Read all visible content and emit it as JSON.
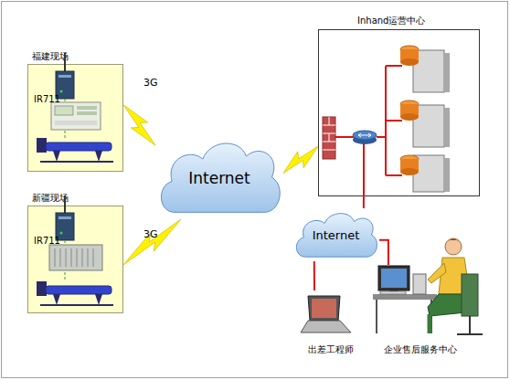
{
  "diagram": {
    "nodes": [
      {
        "text": [
          "福建现场"
        ]
      },
      {
        "text": [
          "新疆现场"
        ]
      },
      {
        "text": [
          "Internet"
        ]
      },
      {
        "text": [
          "Inhand运营中心"
        ]
      },
      {
        "text": [
          "Internet"
        ]
      },
      {
        "text": [
          "出差工程师"
        ]
      },
      {
        "text": [
          "企业售后服务中心"
        ]
      }
    ],
    "edges": [
      {
        "from": 0,
        "to": 2,
        "label": "3G",
        "arrow": "none"
      },
      {
        "from": 1,
        "to": 2,
        "label": "3G",
        "arrow": "none"
      },
      {
        "from": 2,
        "to": 3,
        "arrow": "none"
      },
      {
        "from": 3,
        "to": 4,
        "arrow": "none"
      },
      {
        "from": 4,
        "to": 5,
        "arrow": "none"
      },
      {
        "from": 4,
        "to": 6,
        "arrow": "none"
      }
    ],
    "labels": [
      "IR711",
      "IR711"
    ]
  }
}
